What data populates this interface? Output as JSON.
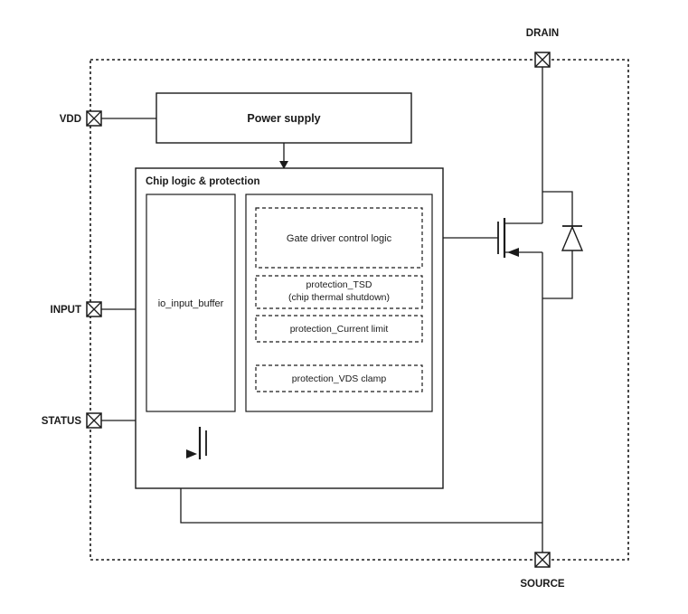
{
  "colors": {
    "ink": "#1a1a1a",
    "background": "#ffffff"
  },
  "pins": {
    "vdd": "VDD",
    "input": "INPUT",
    "status": "STATUS",
    "drain": "DRAIN",
    "source": "SOURCE"
  },
  "blocks": {
    "power_supply": "Power supply",
    "chip_logic": "Chip logic & protection",
    "io_input_buffer": "io_input_buffer",
    "gate_driver": "Gate driver control logic",
    "protection_tsd": "protection_TSD",
    "protection_tsd_sub": "(chip thermal shutdown)",
    "protection_current_limit": "protection_Current limit",
    "protection_vds_clamp": "protection_VDS clamp"
  }
}
